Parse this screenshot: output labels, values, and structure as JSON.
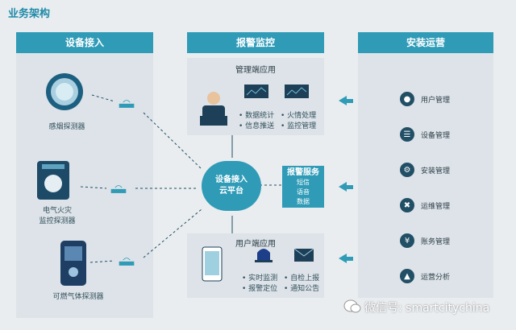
{
  "page_title": "业务架构",
  "columns": {
    "device_access": {
      "title": "设备接入",
      "devices": [
        {
          "label": "感烟探测器",
          "icon": "smoke-detector-icon"
        },
        {
          "label": "电气火灾\n监控探测器",
          "icon": "electrical-fire-detector-icon"
        },
        {
          "label": "可燃气体探测器",
          "icon": "gas-detector-icon"
        }
      ]
    },
    "alarm_monitor": {
      "title": "报警监控",
      "mgmt_app": {
        "title": "管理端应用",
        "items_left": [
          "• 数据统计",
          "• 信息推送"
        ],
        "items_right": [
          "• 火情处理",
          "• 监控管理"
        ]
      },
      "cloud": {
        "line1": "设备接入",
        "line2": "云平台"
      },
      "alarm_service": {
        "title": "报警服务",
        "lines": [
          "短信",
          "语音",
          "数据"
        ]
      },
      "user_app": {
        "title": "用户端应用",
        "items_left": [
          "• 实时监测",
          "• 报警定位"
        ],
        "items_right": [
          "• 自检上报",
          "• 通知公告"
        ]
      }
    },
    "install_ops": {
      "title": "安装运营",
      "items": [
        {
          "label": "用户管理",
          "icon": "user-icon"
        },
        {
          "label": "设备管理",
          "icon": "list-icon"
        },
        {
          "label": "安装管理",
          "icon": "gear-icon"
        },
        {
          "label": "运维管理",
          "icon": "wrench-icon"
        },
        {
          "label": "账务管理",
          "icon": "coin-icon"
        },
        {
          "label": "运营分析",
          "icon": "chart-icon"
        }
      ]
    }
  },
  "watermark": "微信号: smartcitychina",
  "colors": {
    "accent": "#2f9bb7",
    "dark": "#214f66",
    "panel": "#dde3e8"
  }
}
